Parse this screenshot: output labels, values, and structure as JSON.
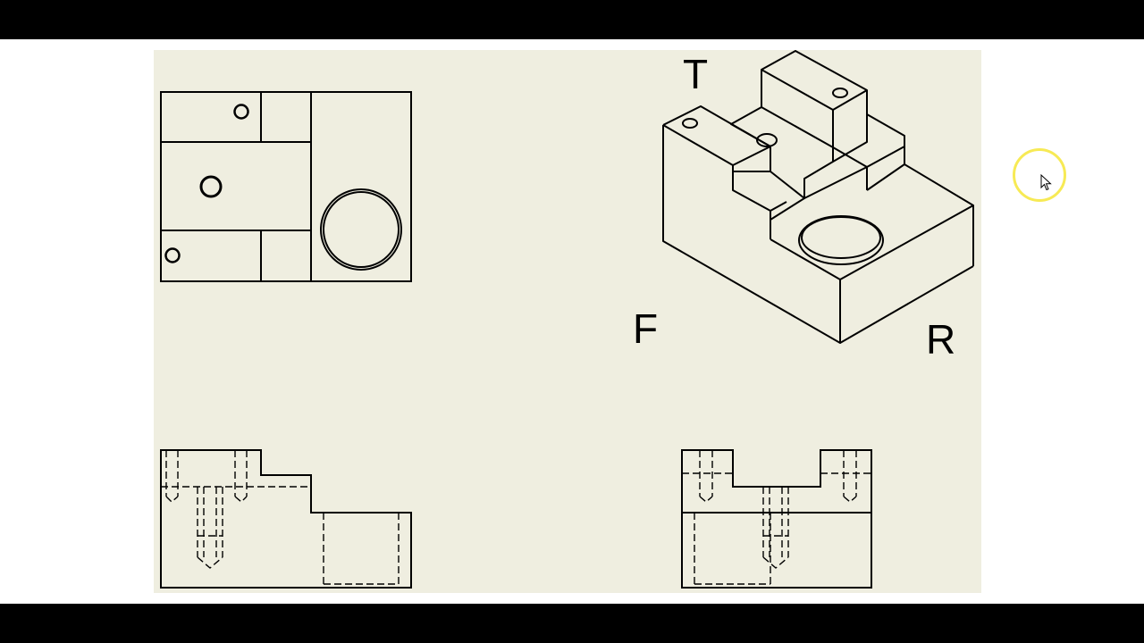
{
  "labels": {
    "top": "T",
    "front": "F",
    "right": "R"
  },
  "colors": {
    "background_bars": "#000000",
    "page": "#ffffff",
    "sheet": "#efeee0",
    "line": "#000000",
    "cursor_ring": "#f7ea55"
  },
  "views": [
    "top-view",
    "front-view",
    "right-side-view",
    "isometric-view"
  ],
  "icons": {
    "cursor": "mouse-pointer-icon",
    "cursor_highlight": "cursor-highlight-ring"
  }
}
